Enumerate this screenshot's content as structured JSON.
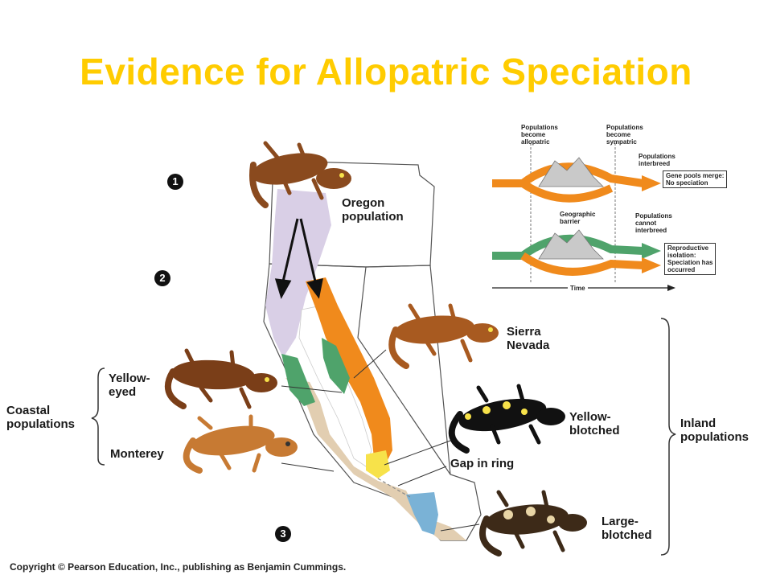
{
  "title": "Evidence for Allopatric Speciation",
  "steps": [
    "1",
    "2",
    "3"
  ],
  "labels": {
    "oregon": [
      "Oregon",
      "population"
    ],
    "sierra": [
      "Sierra",
      "Nevada"
    ],
    "yellow_eyed": [
      "Yellow-",
      "eyed"
    ],
    "coastal": [
      "Coastal",
      "populations"
    ],
    "monterey": "Monterey",
    "yellow_blotched": [
      "Yellow-",
      "blotched"
    ],
    "gap": "Gap in ring",
    "large_blotched": [
      "Large-",
      "blotched"
    ],
    "inland": [
      "Inland",
      "populations"
    ]
  },
  "inset": {
    "allopatric": [
      "Populations",
      "become",
      "allopatric"
    ],
    "sympatric": [
      "Populations",
      "become",
      "sympatric"
    ],
    "interbreed": [
      "Populations",
      "interbreed"
    ],
    "merge": [
      "Gene pools merge:",
      "No speciation"
    ],
    "barrier": [
      "Geographic",
      "barrier"
    ],
    "cannot": [
      "Populations",
      "cannot",
      "interbreed"
    ],
    "isolation": [
      "Reproductive",
      "isolation:",
      "Speciation has",
      "occurred"
    ],
    "time": "Time"
  },
  "copyright": "Copyright © Pearson Education, Inc., publishing as Benjamin Cummings.",
  "colors": {
    "title": "#ffcc00",
    "lavender": "#d9cfe6",
    "orange": "#f08a1c",
    "green": "#4fa36b",
    "yellow": "#f7e24a",
    "tan": "#e2ceb1",
    "blue": "#7ab2d6",
    "salamander_brown": "#8a4a1e"
  }
}
